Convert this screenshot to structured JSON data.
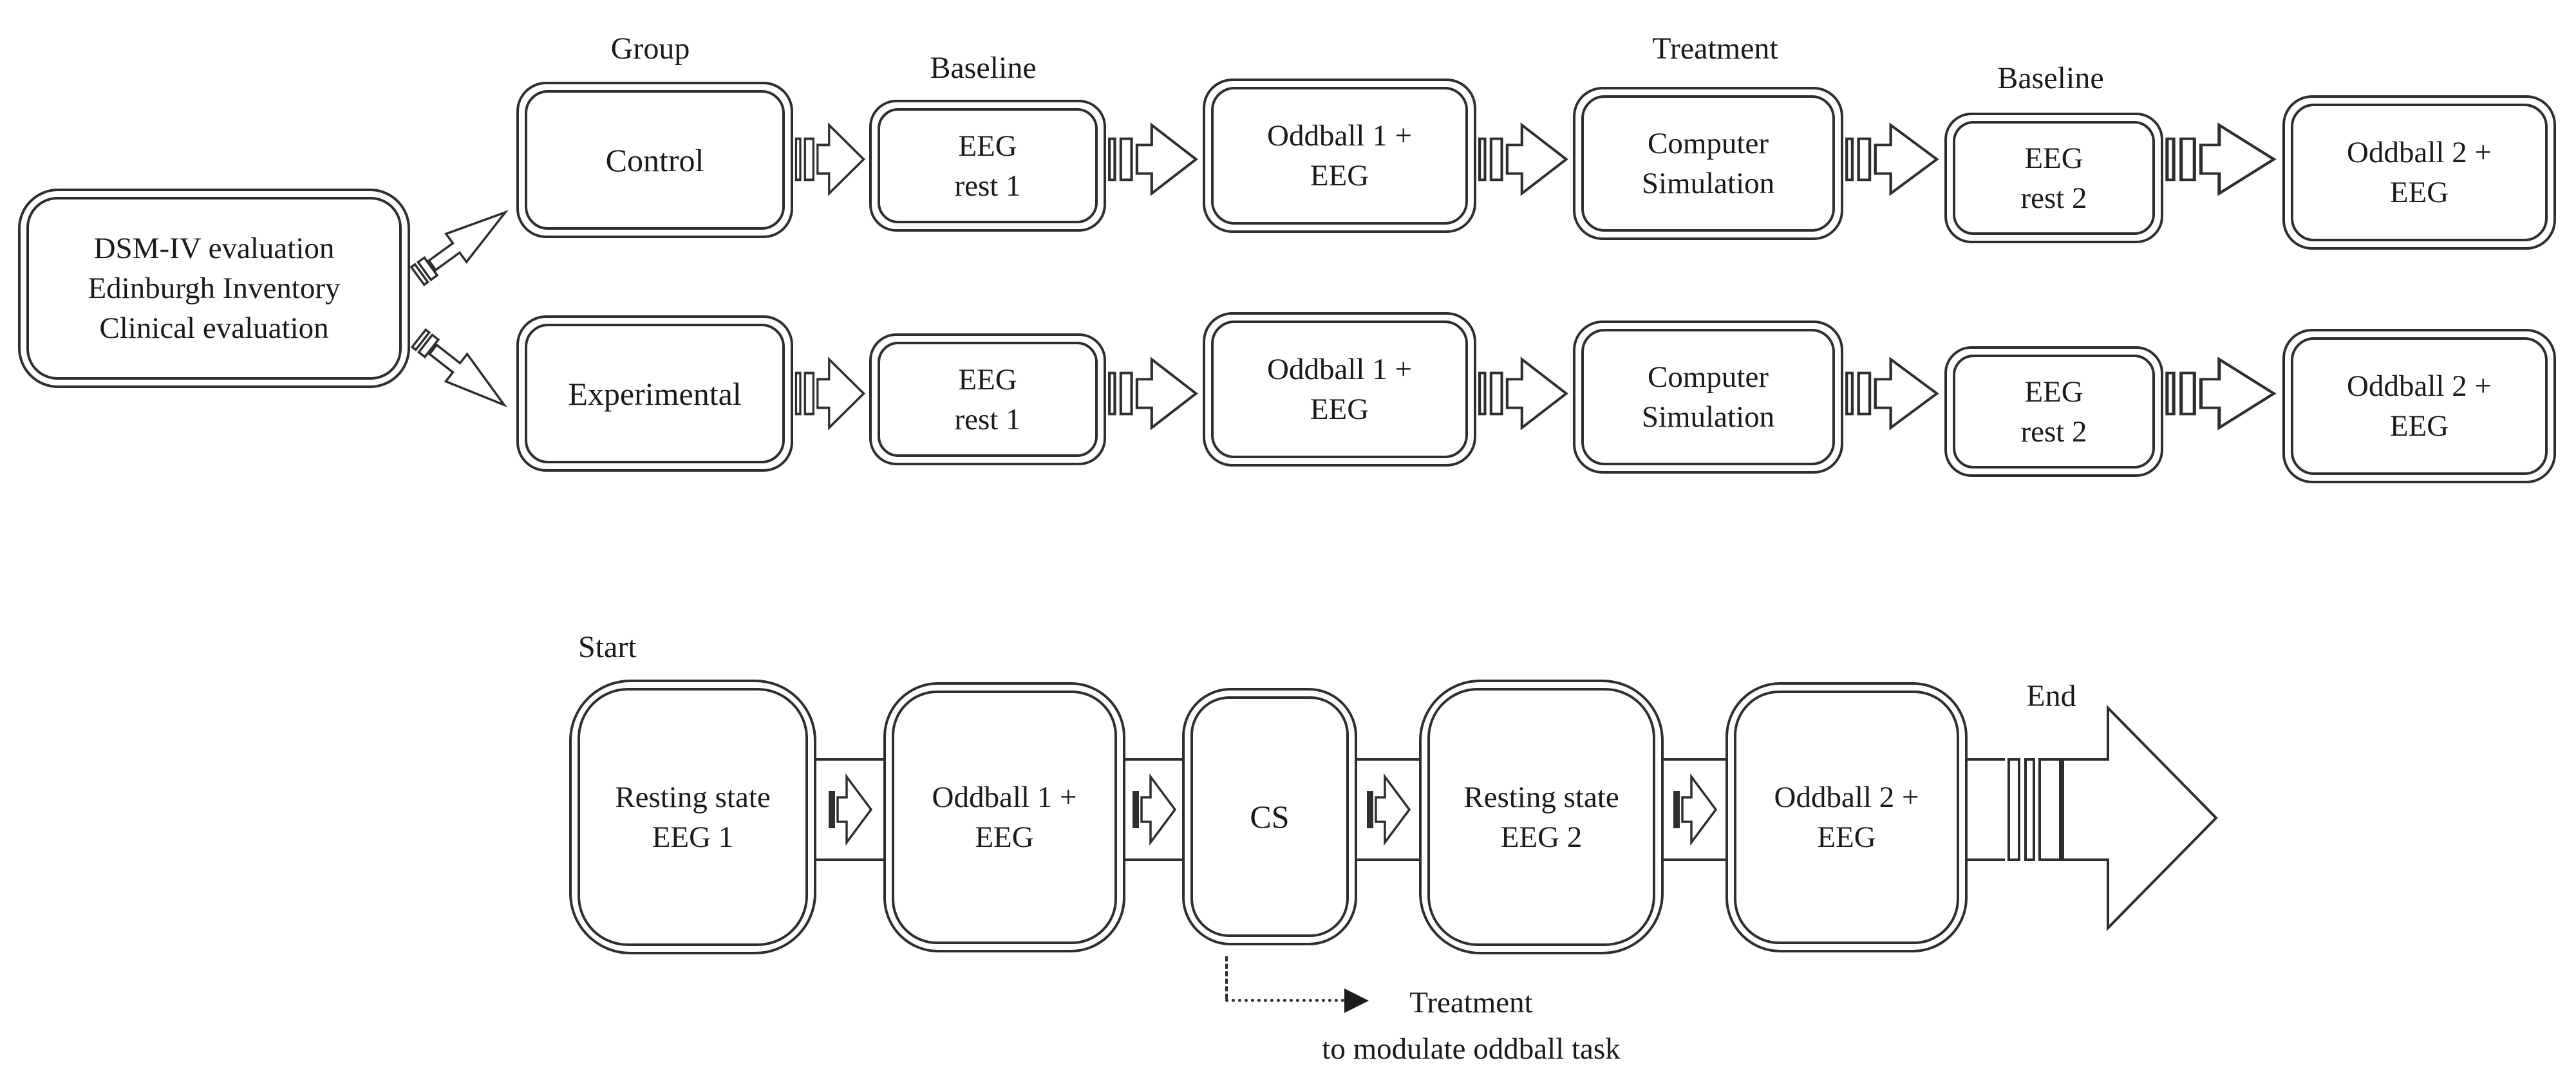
{
  "colors": {
    "ink": "#2e2e2e",
    "background": "#ffffff"
  },
  "labels": {
    "group": "Group",
    "baseline_first": "Baseline",
    "treatment": "Treatment",
    "baseline_second": "Baseline",
    "start": "Start",
    "end": "End"
  },
  "source_box": {
    "line1": "DSM-IV evaluation",
    "line2": "Edinburgh Inventory",
    "line3": "Clinical evaluation"
  },
  "rows": {
    "control": {
      "group_label": "Control",
      "stages": {
        "eeg_rest_1": {
          "line1": "EEG",
          "line2": "rest 1"
        },
        "oddball_1": {
          "line1": "Oddball 1 +",
          "line2": "EEG"
        },
        "computer_simulation": {
          "line1": "Computer",
          "line2": "Simulation"
        },
        "eeg_rest_2": {
          "line1": "EEG",
          "line2": "rest 2"
        },
        "oddball_2": {
          "line1": "Oddball 2 +",
          "line2": "EEG"
        }
      }
    },
    "experimental": {
      "group_label": "Experimental",
      "stages": {
        "eeg_rest_1": {
          "line1": "EEG",
          "line2": "rest 1"
        },
        "oddball_1": {
          "line1": "Oddball 1 +",
          "line2": "EEG"
        },
        "computer_simulation": {
          "line1": "Computer",
          "line2": "Simulation"
        },
        "eeg_rest_2": {
          "line1": "EEG",
          "line2": "rest 2"
        },
        "oddball_2": {
          "line1": "Oddball 2 +",
          "line2": "EEG"
        }
      }
    }
  },
  "session_flow": {
    "resting_1": {
      "line1": "Resting state",
      "line2": "EEG 1"
    },
    "oddball_1": {
      "line1": "Oddball 1 +",
      "line2": "EEG"
    },
    "cs": {
      "line1": "CS"
    },
    "resting_2": {
      "line1": "Resting state",
      "line2": "EEG 2"
    },
    "oddball_2": {
      "line1": "Oddball 2 +",
      "line2": "EEG"
    },
    "annotation": {
      "line1": "Treatment",
      "line2": "to modulate oddball task"
    }
  }
}
